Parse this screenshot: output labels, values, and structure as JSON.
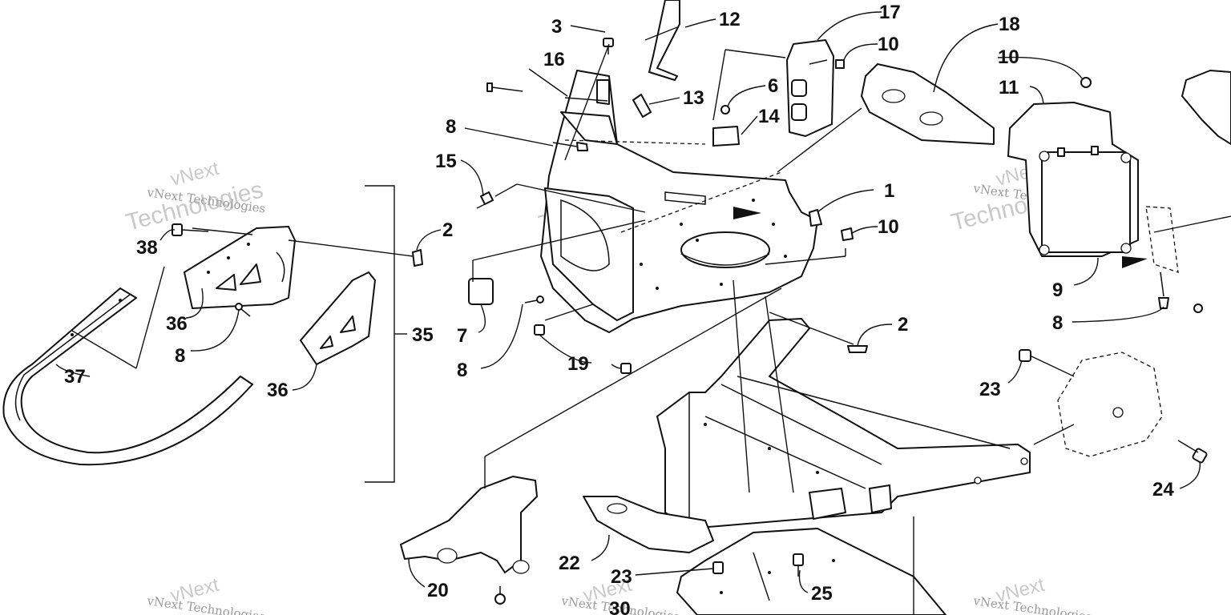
{
  "colors": {
    "line": "#111111",
    "background": "#ffffff",
    "watermark": "#c9c9c9"
  },
  "callouts": [
    "3",
    "12",
    "17",
    "18",
    "16",
    "10",
    "6",
    "14",
    "13",
    "11",
    "8",
    "15",
    "1",
    "2",
    "38",
    "7",
    "19",
    "36",
    "35",
    "37",
    "9",
    "23",
    "24",
    "22",
    "20",
    "25",
    "30"
  ],
  "watermarks": {
    "brand_line": "vNext Technologies",
    "large_word": "Technologies",
    "small_word": "vNext"
  }
}
